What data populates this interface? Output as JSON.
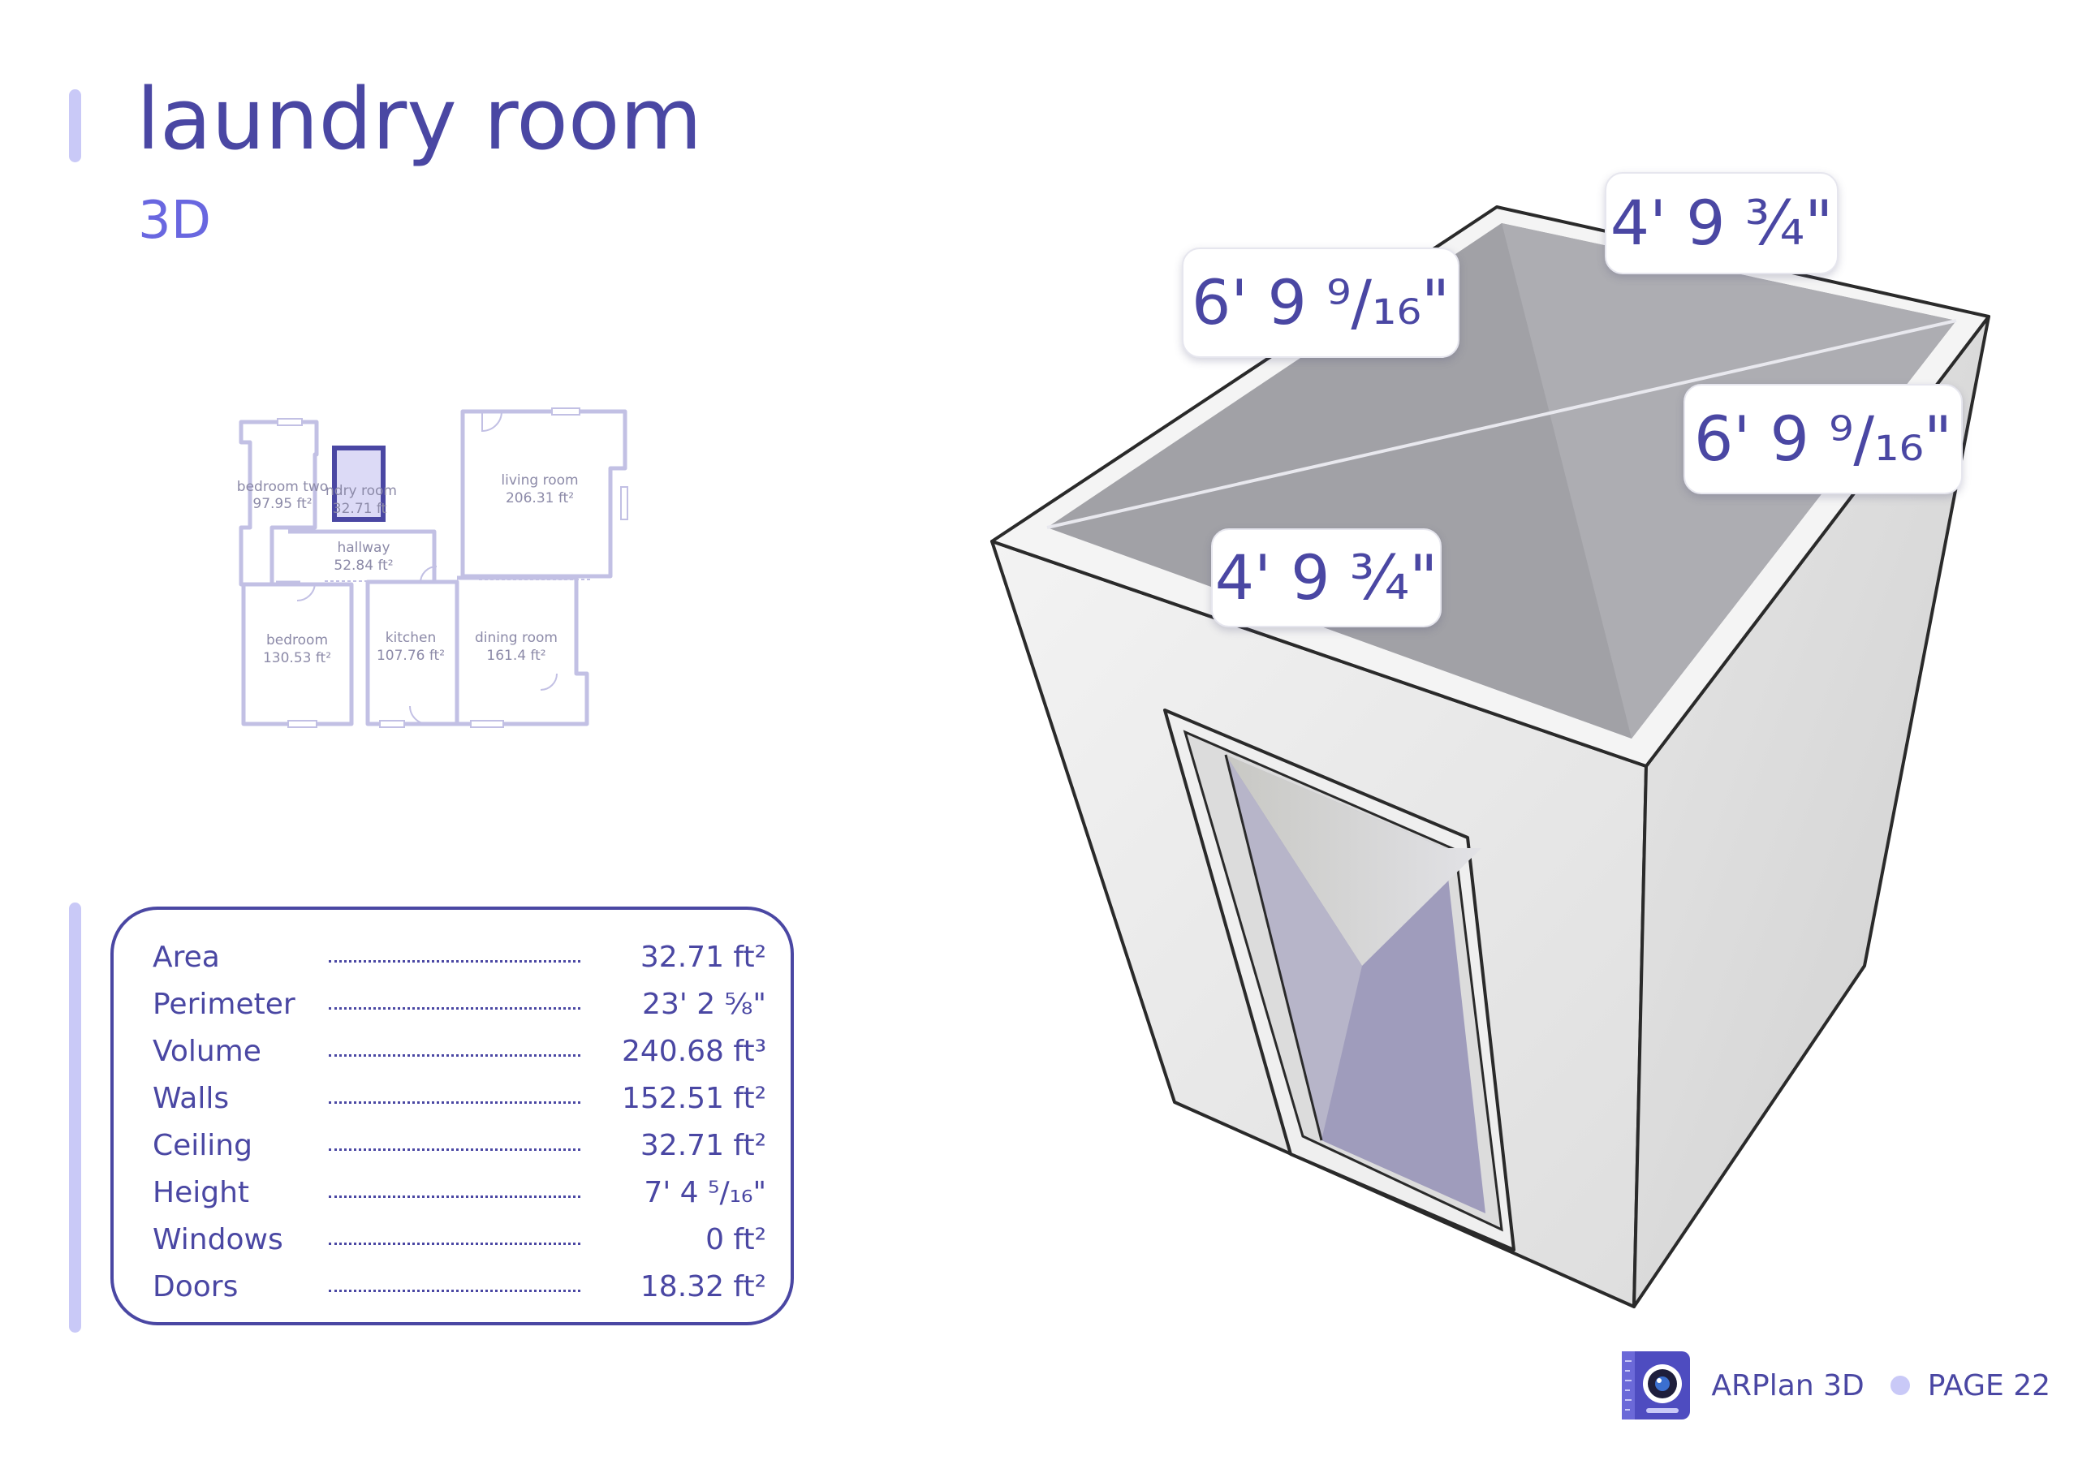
{
  "header": {
    "title": "laundry room",
    "subtitle": "3D"
  },
  "floorplan": {
    "rooms": [
      {
        "name": "bedroom two",
        "area": "97.95 ft²"
      },
      {
        "name": "ndry room",
        "area": "32.71 ft"
      },
      {
        "name": "living room",
        "area": "206.31 ft²"
      },
      {
        "name": "hallway",
        "area": "52.84 ft²"
      },
      {
        "name": "bedroom",
        "area": "130.53 ft²"
      },
      {
        "name": "kitchen",
        "area": "107.76 ft²"
      },
      {
        "name": "dining room",
        "area": "161.4 ft²"
      }
    ],
    "colors": {
      "walls": "#c2c0e4",
      "highlight": "#4a47a3",
      "highlight_fill": "#dcdaf6"
    }
  },
  "stats": [
    {
      "label": "Area",
      "value": "32.71 ft²"
    },
    {
      "label": "Perimeter",
      "value": "23' 2 ⅝\""
    },
    {
      "label": "Volume",
      "value": "240.68 ft³"
    },
    {
      "label": "Walls",
      "value": "152.51 ft²"
    },
    {
      "label": "Ceiling",
      "value": "32.71 ft²"
    },
    {
      "label": "Height",
      "value": "7' 4 ⁵/₁₆\""
    },
    {
      "label": "Windows",
      "value": "0 ft²"
    },
    {
      "label": "Doors",
      "value": "18.32 ft²"
    }
  ],
  "dimensions": {
    "top_left": "6' 9 ⁹/₁₆\"",
    "top_right": "4' 9 ¾\"",
    "right": "6' 9 ⁹/₁₆\"",
    "front": "4' 9 ¾\""
  },
  "footer": {
    "app_name": "ARPlan 3D",
    "page": "PAGE 22"
  },
  "colors": {
    "accent": "#4a47a3",
    "accent_light": "#c9c9f7",
    "subtitle": "#6967e0"
  },
  "icons": [
    "app-logo-icon"
  ]
}
